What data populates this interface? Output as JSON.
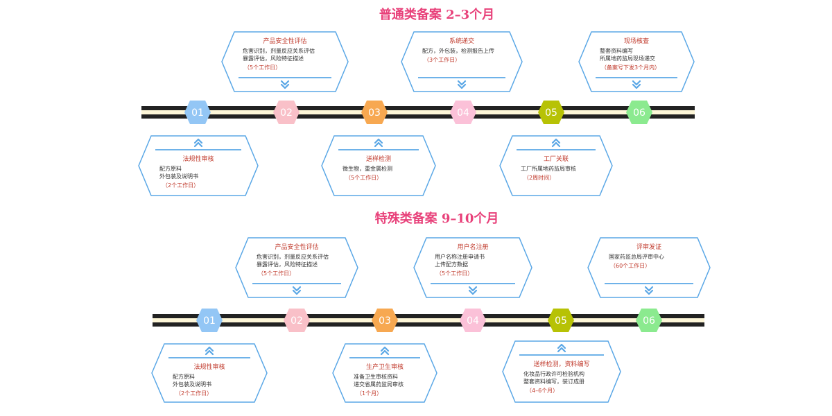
{
  "colors": {
    "title": "#e8417a",
    "box_border": "#5aa7e6",
    "box_title": "#c0392b",
    "text": "#333333",
    "track": "#222222",
    "track_inner": "#fdf6d8",
    "nodes": [
      "#93c6f5",
      "#f9c0c8",
      "#f7a851",
      "#fbc1d8",
      "#b7c205",
      "#8bea8f"
    ]
  },
  "section1": {
    "title": "普通类备案 2–3个月",
    "nodes": [
      "01",
      "02",
      "03",
      "04",
      "05",
      "06"
    ],
    "top_boxes": [
      {
        "title": "产品安全性评估",
        "lines": [
          "危害识别，剂量反应关系评估",
          "暴露评估，风险特征描述"
        ],
        "time": "（5个工作日）",
        "arrow": "down-arrow-icon"
      },
      {
        "title": "系统递交",
        "lines": [
          "配方，外包装，检测报告上传"
        ],
        "time": "（3个工作日）",
        "arrow": "down-arrow-icon"
      },
      {
        "title": "现场核查",
        "lines": [
          "整套资料编写",
          "所属地药监局现场递交"
        ],
        "time": "（备案号下发3个月内）",
        "arrow": "down-arrow-icon"
      }
    ],
    "bottom_boxes": [
      {
        "title": "法规性审核",
        "lines": [
          "配方原料",
          "外包装及说明书"
        ],
        "time": "（2个工作日）",
        "arrow": "up-arrow-icon"
      },
      {
        "title": "送样检测",
        "lines": [
          "微生物，重金属检测"
        ],
        "time": "（5个工作日）",
        "arrow": "up-arrow-icon"
      },
      {
        "title": "工厂关联",
        "lines": [
          "工厂所属地药监局审核"
        ],
        "time": "（2周时间）",
        "arrow": "up-arrow-icon"
      }
    ]
  },
  "section2": {
    "title": "特殊类备案 9–10个月",
    "nodes": [
      "01",
      "02",
      "03",
      "04",
      "05",
      "06"
    ],
    "top_boxes": [
      {
        "title": "产品安全性评估",
        "lines": [
          "危害识别，剂量反应关系评估",
          "暴露评估，风险特征描述"
        ],
        "time": "（5个工作日）",
        "arrow": "down-arrow-icon"
      },
      {
        "title": "用户名注册",
        "lines": [
          "用户名称注册申请书",
          "上传配方数据"
        ],
        "time": "（5个工作日）",
        "arrow": "down-arrow-icon"
      },
      {
        "title": "评审发证",
        "lines": [
          "国家药监总局评审中心"
        ],
        "time": "（60个工作日）",
        "arrow": "down-arrow-icon"
      }
    ],
    "bottom_boxes": [
      {
        "title": "法规性审核",
        "lines": [
          "配方原料",
          "外包装及说明书"
        ],
        "time": "（2个工作日）",
        "arrow": "up-arrow-icon"
      },
      {
        "title": "生产卫生审核",
        "lines": [
          "准备卫生审核资料",
          "递交省属药监局审核"
        ],
        "time": "（1个月）",
        "arrow": "up-arrow-icon"
      },
      {
        "title": "送样检测，资料编写",
        "lines": [
          "化妆品行政许可检验机构",
          "整套资料编写，装订成册"
        ],
        "time": "（4–6个月）",
        "arrow": "up-arrow-icon"
      }
    ]
  }
}
